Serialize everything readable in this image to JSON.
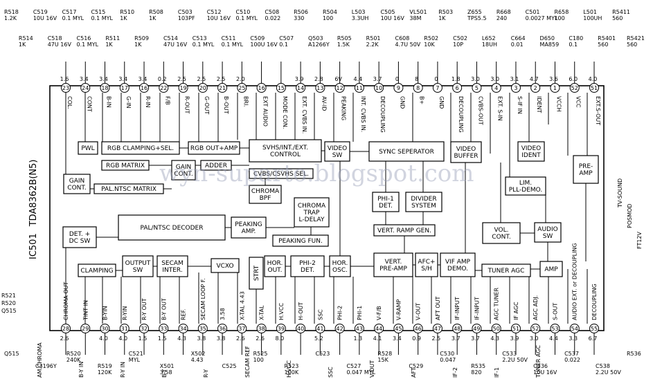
{
  "ic": {
    "ref": "IC501",
    "part": "TDA8362B(N5)"
  },
  "watermark": "wyn-suparto.blogspot.com",
  "blocks": [
    {
      "id": "pwl",
      "text": [
        "PWL"
      ]
    },
    {
      "id": "rgb-clamp",
      "text": [
        "RGB CLAMPING+SEL."
      ]
    },
    {
      "id": "rgb-out",
      "text": [
        "RGB OUT+AMP"
      ]
    },
    {
      "id": "svhs",
      "text": [
        "SVHS/INT./EXT.",
        "CONTROL"
      ]
    },
    {
      "id": "video-sw",
      "text": [
        "VIDEO",
        "SW"
      ]
    },
    {
      "id": "sync-sep",
      "text": [
        "SYNC SEPERATOR"
      ]
    },
    {
      "id": "video-buffer",
      "text": [
        "VIDEO",
        "BUFFER"
      ]
    },
    {
      "id": "video-ident",
      "text": [
        "VIDEO",
        "IDENT"
      ]
    },
    {
      "id": "rgb-matrix",
      "text": [
        "RGB MATRIX"
      ]
    },
    {
      "id": "gain-cont",
      "text": [
        "GAIN",
        "CONT."
      ]
    },
    {
      "id": "adder",
      "text": [
        "ADDER"
      ]
    },
    {
      "id": "cvbs-sel",
      "text": [
        "CVBS/CSVHS SEL."
      ]
    },
    {
      "id": "pre-amp",
      "text": [
        "PRE-",
        "AMP"
      ]
    },
    {
      "id": "gain-cont2",
      "text": [
        "GAIN",
        "CONT."
      ]
    },
    {
      "id": "pal-ntsc-matrix",
      "text": [
        "PAL.NTSC MATRIX"
      ]
    },
    {
      "id": "chroma-bpf",
      "text": [
        "CHROMA",
        "BPF"
      ]
    },
    {
      "id": "lim-pll",
      "text": [
        "LIM.",
        "PLL-DEMO."
      ]
    },
    {
      "id": "phi1-det",
      "text": [
        "PHI-1",
        "DET."
      ]
    },
    {
      "id": "divider",
      "text": [
        "DIVIDER",
        "SYSTEM"
      ]
    },
    {
      "id": "chroma-trap",
      "text": [
        "CHROMA",
        "TRAP",
        "L-DELAY"
      ]
    },
    {
      "id": "det-dcsw",
      "text": [
        "DET. +",
        "DC SW"
      ]
    },
    {
      "id": "pal-ntsc-dec",
      "text": [
        "PAL/NTSC DECODER"
      ]
    },
    {
      "id": "peaking-amp",
      "text": [
        "PEAKING",
        "AMP."
      ]
    },
    {
      "id": "vert-ramp",
      "text": [
        "VERT. RAMP GEN."
      ]
    },
    {
      "id": "vol-cont",
      "text": [
        "VOL.",
        "CONT."
      ]
    },
    {
      "id": "audio-sw",
      "text": [
        "AUDIO",
        "SW"
      ]
    },
    {
      "id": "peaking-fun",
      "text": [
        "PEAKING FUN."
      ]
    },
    {
      "id": "clamping",
      "text": [
        "CLAMPING"
      ]
    },
    {
      "id": "output-sw",
      "text": [
        "OUTPUT",
        "SW"
      ]
    },
    {
      "id": "secam",
      "text": [
        "SECAM",
        "INTER."
      ]
    },
    {
      "id": "vcxo",
      "text": [
        "VCXO"
      ]
    },
    {
      "id": "strt",
      "text": [
        "STRT"
      ]
    },
    {
      "id": "hor-out",
      "text": [
        "HOR.",
        "OUT."
      ]
    },
    {
      "id": "phi2-det",
      "text": [
        "PHI-2",
        "DET."
      ]
    },
    {
      "id": "hor-osc",
      "text": [
        "HOR.",
        "OSC."
      ]
    },
    {
      "id": "vert-pre",
      "text": [
        "VERT.",
        "PRE-AMP"
      ]
    },
    {
      "id": "afc-sh",
      "text": [
        "AFC+",
        "S/H"
      ]
    },
    {
      "id": "vif-amp",
      "text": [
        "VIF AMP",
        "DEMO."
      ]
    },
    {
      "id": "tuner-agc",
      "text": [
        "TUNER AGC"
      ]
    },
    {
      "id": "amp",
      "text": [
        "AMP"
      ]
    }
  ],
  "top_pins": [
    {
      "num": "23",
      "label": "COL.",
      "volt": "1.6"
    },
    {
      "num": "24",
      "label": "CONT",
      "volt": "3.4"
    },
    {
      "num": "18",
      "label": "B-IN",
      "volt": "3.4"
    },
    {
      "num": "17",
      "label": "G-IN",
      "volt": "3.4"
    },
    {
      "num": "16",
      "label": "R-IN",
      "volt": "3.4"
    },
    {
      "num": "22",
      "label": "F/B",
      "volt": "0.2"
    },
    {
      "num": "19",
      "label": "R-OUT",
      "volt": "2.5"
    },
    {
      "num": "20",
      "label": "G-OUT",
      "volt": "2.5"
    },
    {
      "num": "21",
      "label": "B-OUT",
      "volt": "2.5"
    },
    {
      "num": "25",
      "label": "BRI.",
      "volt": "2.0"
    },
    {
      "num": "16",
      "label": "EXT AUDIO",
      "volt": ""
    },
    {
      "num": "15",
      "label": "MODE CON.",
      "volt": ""
    },
    {
      "num": "14",
      "label": "EXT. CVBS IN.",
      "volt": "3.9"
    },
    {
      "num": "13",
      "label": "AV-ID",
      "volt": "2.8"
    },
    {
      "num": "12",
      "label": "PEAKING",
      "volt": "6V"
    },
    {
      "num": "11",
      "label": "INT. CVBS IN.",
      "volt": "4.4"
    },
    {
      "num": "10",
      "label": "DECOUPLING",
      "volt": "3.7"
    },
    {
      "num": "9",
      "label": "GND",
      "volt": "0"
    },
    {
      "num": "8",
      "label": "B+",
      "volt": "8"
    },
    {
      "num": "7",
      "label": "GND",
      "volt": "0"
    },
    {
      "num": "6",
      "label": "DECOUPLING",
      "volt": "1.8"
    },
    {
      "num": "5",
      "label": "CVBS-OUT",
      "volt": "3.0"
    },
    {
      "num": "4",
      "label": "EXT. S-IN",
      "volt": "3.0"
    },
    {
      "num": "3",
      "label": "S-IF IN",
      "volt": "3.1"
    },
    {
      "num": "2",
      "label": "IDENT",
      "volt": "4.7"
    },
    {
      "num": "1",
      "label": "VCCH",
      "volt": "3.6"
    },
    {
      "num": "52",
      "label": "VCC",
      "volt": "6.0"
    },
    {
      "num": "51",
      "label": "EXT.S-OUT",
      "volt": "4.0"
    }
  ],
  "bottom_pins": [
    {
      "num": "28",
      "label": "CHROMA OUT",
      "volt": "2.6"
    },
    {
      "num": "29",
      "label": "TINT IN",
      "volt": ""
    },
    {
      "num": "30",
      "label": "B-YIN",
      "volt": "4.0"
    },
    {
      "num": "31",
      "label": "R-YIN",
      "volt": "4.0"
    },
    {
      "num": "32",
      "label": "R-Y OUT",
      "volt": "1.5"
    },
    {
      "num": "33",
      "label": "B-Y OUT",
      "volt": "1.5"
    },
    {
      "num": "34",
      "label": "REF.",
      "volt": "4.3"
    },
    {
      "num": "35",
      "label": "SECAM LOOP F.",
      "volt": "3.8"
    },
    {
      "num": "36",
      "label": "3.58",
      "volt": "3.8"
    },
    {
      "num": "37",
      "label": "X-TAL 4.43",
      "volt": "2.6"
    },
    {
      "num": "38",
      "label": "X-TAL",
      "volt": "2.6"
    },
    {
      "num": "39",
      "label": "H.VCC",
      "volt": "8.0"
    },
    {
      "num": "40",
      "label": "H-OUT",
      "volt": ""
    },
    {
      "num": "41",
      "label": "SSC",
      "volt": "5.2"
    },
    {
      "num": "42",
      "label": "PHI-2",
      "volt": ""
    },
    {
      "num": "43",
      "label": "PHI-1",
      "volt": "1.3"
    },
    {
      "num": "44",
      "label": "V-F/B",
      "volt": "4.1"
    },
    {
      "num": "45",
      "label": "V-RAMP",
      "volt": "3.4"
    },
    {
      "num": "46",
      "label": "V-OUT",
      "volt": "0.9"
    },
    {
      "num": "47",
      "label": "AFT OUT",
      "volt": "2.5"
    },
    {
      "num": "48",
      "label": "IF-INPUT",
      "volt": "3.7"
    },
    {
      "num": "49",
      "label": "IF-INPUT",
      "volt": "3.7"
    },
    {
      "num": "50",
      "label": "AGC TUNER",
      "volt": "4.3"
    },
    {
      "num": "51",
      "label": "IF AGC",
      "volt": "3.9"
    },
    {
      "num": "52",
      "label": "AGC ADJ.",
      "volt": "3.0"
    },
    {
      "num": "53",
      "label": "S-OUT",
      "volt": "4.4"
    },
    {
      "num": "54",
      "label": "AUDIO EXT. or DECOUPLING",
      "volt": "3.3"
    },
    {
      "num": "55",
      "label": "DECOUPLING",
      "volt": "6.7"
    }
  ],
  "top_components": [
    {
      "ref": "R518",
      "val": "1.2K"
    },
    {
      "ref": "R514",
      "val": "1K"
    },
    {
      "ref": "C519",
      "val": "10U 16V"
    },
    {
      "ref": "C518",
      "val": "47U 16V"
    },
    {
      "ref": "C517",
      "val": "0.1 MYL"
    },
    {
      "ref": "C516",
      "val": "0.1 MYL"
    },
    {
      "ref": "C515",
      "val": "0.1 MYL"
    },
    {
      "ref": "R511",
      "val": "1K"
    },
    {
      "ref": "R510",
      "val": "1K"
    },
    {
      "ref": "R509",
      "val": "1K"
    },
    {
      "ref": "R508",
      "val": "1K"
    },
    {
      "ref": "C514",
      "val": "47U 16V"
    },
    {
      "ref": "C503",
      "val": "103PF"
    },
    {
      "ref": "C513",
      "val": "0.1 MYL"
    },
    {
      "ref": "C512",
      "val": "10U 16V"
    },
    {
      "ref": "C511",
      "val": "0.1 MYL"
    },
    {
      "ref": "C510",
      "val": "0.1 MYL"
    },
    {
      "ref": "C509",
      "val": "100U 16V"
    },
    {
      "ref": "C508",
      "val": "0.022"
    },
    {
      "ref": "C507",
      "val": "0.1"
    },
    {
      "ref": "R506",
      "val": "330"
    },
    {
      "ref": "Q503",
      "val": "A1266Y"
    },
    {
      "ref": "R504",
      "val": "100"
    },
    {
      "ref": "R505",
      "val": "1.5K"
    },
    {
      "ref": "L503",
      "val": "3.3UH"
    },
    {
      "ref": "R501",
      "val": "2.2K"
    },
    {
      "ref": "C505",
      "val": "10U 16V"
    },
    {
      "ref": "C608",
      "val": "4.7U 50V"
    },
    {
      "ref": "VL501",
      "val": "38M"
    },
    {
      "ref": "R502",
      "val": "10K"
    },
    {
      "ref": "R503",
      "val": "1K"
    },
    {
      "ref": "C502",
      "val": "10P"
    },
    {
      "ref": "Z655",
      "val": "TPS5.5"
    },
    {
      "ref": "L652",
      "val": "18UH"
    },
    {
      "ref": "R668",
      "val": "240"
    },
    {
      "ref": "C664",
      "val": "0.01"
    },
    {
      "ref": "C501",
      "val": "0.0027 MYL"
    },
    {
      "ref": "D650",
      "val": "MA859"
    },
    {
      "ref": "R658",
      "val": "100"
    },
    {
      "ref": "C180",
      "val": "0.1"
    },
    {
      "ref": "L501",
      "val": "100UH"
    },
    {
      "ref": "R5401",
      "val": "560"
    },
    {
      "ref": "R5411",
      "val": "560"
    },
    {
      "ref": "R5421",
      "val": "560"
    }
  ],
  "bottom_components": [
    {
      "ref": "Q515",
      "val": ""
    },
    {
      "ref": "C3196Y",
      "val": ""
    },
    {
      "ref": "R520",
      "val": "240K"
    },
    {
      "ref": "R519",
      "val": "120K"
    },
    {
      "ref": "C521",
      "val": "MYL"
    },
    {
      "ref": "X501",
      "val": "3.58"
    },
    {
      "ref": "X502",
      "val": "4.43"
    },
    {
      "ref": "C525",
      "val": ""
    },
    {
      "ref": "R525",
      "val": "100"
    },
    {
      "ref": "R523",
      "val": "100K"
    },
    {
      "ref": "C523",
      "val": ""
    },
    {
      "ref": "C527",
      "val": "0.047 MYL"
    },
    {
      "ref": "R528",
      "val": "15K"
    },
    {
      "ref": "C529",
      "val": ""
    },
    {
      "ref": "C530",
      "val": "0.047"
    },
    {
      "ref": "R535",
      "val": "820"
    },
    {
      "ref": "C533",
      "val": "2.2U 50V"
    },
    {
      "ref": "C536",
      "val": "10U 16V"
    },
    {
      "ref": "C537",
      "val": "0.022"
    },
    {
      "ref": "C538",
      "val": "2.2U 50V"
    },
    {
      "ref": "R536",
      "val": ""
    }
  ],
  "side_labels": {
    "left_top": [
      "R521",
      "R520",
      "Q515"
    ],
    "right": [
      "TV-SOUND",
      "POSMOD",
      "FT12V"
    ],
    "bottom_nets": [
      "AM.CHROMA",
      "B-Y IN",
      "R-Y IN",
      "B-Y",
      "R-Y",
      "SECAM REF",
      "H-VCC",
      "SSC",
      "V-OUT",
      "AFT",
      "IF-2",
      "IF-1",
      "TUNER AGC"
    ]
  }
}
